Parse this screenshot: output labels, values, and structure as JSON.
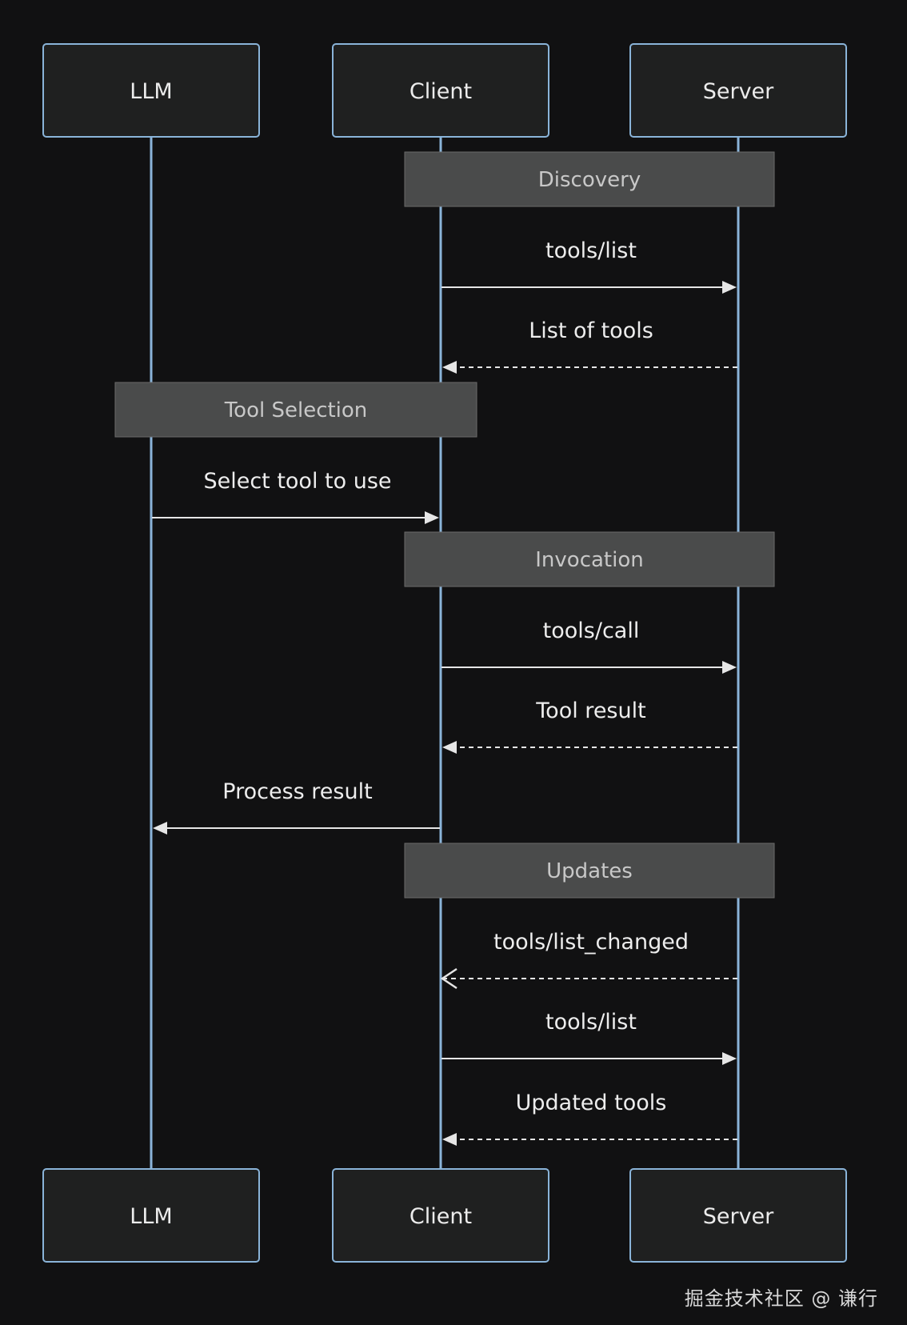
{
  "diagram": {
    "participants": [
      {
        "id": "llm",
        "label": "LLM"
      },
      {
        "id": "client",
        "label": "Client"
      },
      {
        "id": "server",
        "label": "Server"
      }
    ],
    "steps": [
      {
        "kind": "note",
        "over": [
          "client",
          "server"
        ],
        "text": "Discovery"
      },
      {
        "kind": "message",
        "from": "client",
        "to": "server",
        "text": "tools/list",
        "line": "solid",
        "head": "filled"
      },
      {
        "kind": "message",
        "from": "server",
        "to": "client",
        "text": "List of tools",
        "line": "dashed",
        "head": "filled"
      },
      {
        "kind": "note",
        "over": [
          "llm",
          "client"
        ],
        "text": "Tool Selection"
      },
      {
        "kind": "message",
        "from": "llm",
        "to": "client",
        "text": "Select tool to use",
        "line": "solid",
        "head": "filled"
      },
      {
        "kind": "note",
        "over": [
          "client",
          "server"
        ],
        "text": "Invocation"
      },
      {
        "kind": "message",
        "from": "client",
        "to": "server",
        "text": "tools/call",
        "line": "solid",
        "head": "filled"
      },
      {
        "kind": "message",
        "from": "server",
        "to": "client",
        "text": "Tool result",
        "line": "dashed",
        "head": "filled"
      },
      {
        "kind": "message",
        "from": "client",
        "to": "llm",
        "text": "Process result",
        "line": "solid",
        "head": "filled"
      },
      {
        "kind": "note",
        "over": [
          "client",
          "server"
        ],
        "text": "Updates"
      },
      {
        "kind": "message",
        "from": "server",
        "to": "client",
        "text": "tools/list_changed",
        "line": "dashed",
        "head": "open"
      },
      {
        "kind": "message",
        "from": "client",
        "to": "server",
        "text": "tools/list",
        "line": "solid",
        "head": "filled"
      },
      {
        "kind": "message",
        "from": "server",
        "to": "client",
        "text": "Updated tools",
        "line": "dashed",
        "head": "filled"
      }
    ]
  },
  "colors": {
    "background": "#111112",
    "lifeline": "#8ab4d9",
    "actor_fill": "#1f2020",
    "note_fill": "#4a4b4b",
    "text": "#ececec"
  },
  "watermark": "掘金技术社区 @ 谦行"
}
